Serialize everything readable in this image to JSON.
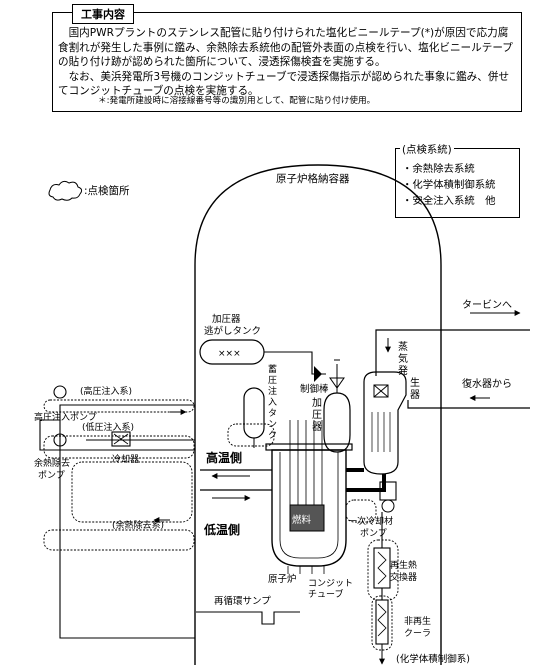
{
  "work": {
    "title": "工事内容",
    "para1": "国内PWRプラントのステンレス配管に貼り付けられた塩化ビニールテープ(*)が原因で応力腐食割れが発生した事例に鑑み、余熱除去系統他の配管外表面の点検を行い、塩化ビニールテープの貼り付け跡が認められた箇所について、浸透探傷検査を実施する。",
    "para2": "なお、美浜発電所3号機のコンジットチューブで浸透探傷指示が認められた事象に鑑み、併せてコンジットチューブの点検を実施する。",
    "note": "＊:発電所建設時に溶接線番号等の識別用として、配管に貼り付け使用。"
  },
  "inspection": {
    "title": "(点検系統)",
    "items": [
      "・余熱除去系統",
      "・化学体積制御系統",
      "・安全注入系統　他"
    ]
  },
  "legend": {
    "label": ":点検箇所"
  },
  "labels": {
    "containment": "原子炉格納容器",
    "turbine": "タービンへ",
    "condenser": "復水器から",
    "pressurizer_relief_tank_1": "加圧器",
    "pressurizer_relief_tank_2": "逃がしタンク",
    "accumulator": [
      "蓄",
      "圧",
      "注",
      "入",
      "タ",
      "ン",
      "ク"
    ],
    "control_rod": "制御棒",
    "pressurizer": [
      "加",
      "圧",
      "器"
    ],
    "steam_generator": [
      "蒸",
      "気",
      "発",
      "生",
      "器"
    ],
    "high_temp": "高温側",
    "low_temp": "低温側",
    "fuel": "燃料",
    "reactor": "原子炉",
    "conduit_1": "コンジット",
    "conduit_2": "チューブ",
    "rcp": "一次冷却材",
    "rcp_2": "ポンプ",
    "regen_hx_1": "再生熱",
    "regen_hx_2": "交換器",
    "non_regen_1": "非再生",
    "non_regen_2": "クーラ",
    "cvcs": "(化学体積制御系)",
    "recirc_sump": "再循環サンプ",
    "hp_injection_system": "(高圧注入系)",
    "hp_injection_pump": "高圧注入ポンプ",
    "lp_injection_system": "(低圧注入系)",
    "rhr_pump_1": "余熱除去",
    "rhr_pump_2": "ポンプ",
    "cooler": "冷却器",
    "rhr_system": "(余熱除去系)"
  }
}
